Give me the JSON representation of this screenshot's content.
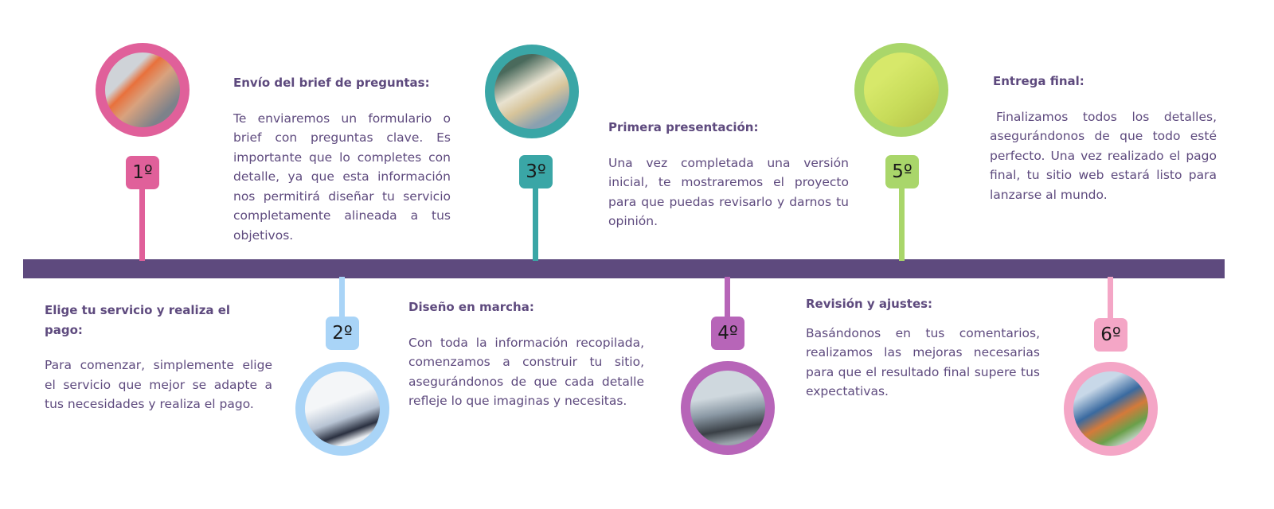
{
  "colors": {
    "bar": "#5e4a7e",
    "step1": "#e0609a",
    "step2": "#a9d4f7",
    "step3": "#3aa6a6",
    "step4": "#b765b8",
    "step5": "#a9d66a",
    "step6": "#f4a6c6"
  },
  "steps": [
    {
      "badge": "1º",
      "title": "Elige tu servicio y realiza el pago:",
      "body": "Para comenzar, simplemente elige el servicio que mejor se adapte a tus necesidades y realiza el pago."
    },
    {
      "badge": "2º",
      "title": "Envío del brief de preguntas:",
      "body": "Te enviaremos un formulario o brief con preguntas clave. Es importante que lo completes con detalle, ya que esta información nos permitirá diseñar tu servicio completamente alineada a tus objetivos."
    },
    {
      "badge": "3º",
      "title": "Diseño en marcha:",
      "body": "Con toda la información recopilada, comenzamos a construir tu sitio, asegurándonos de que cada detalle refleje lo que imaginas y necesitas."
    },
    {
      "badge": "4º",
      "title": "Primera presentación:",
      "body": "Una vez completada una versión inicial, te mostraremos el proyecto para que puedas revisarlo y darnos tu opinión."
    },
    {
      "badge": "5º",
      "title": "Revisión y ajustes:",
      "body": "Basándonos en tus comentarios, realizamos las mejoras necesarias para que el resultado final supere tus expectativas."
    },
    {
      "badge": "6º",
      "title": "Entrega final:",
      "body": "Finalizamos todos los detalles, asegurándonos de que todo esté perfecto. Una vez realizado el pago final, tu sitio web estará listo para lanzarse al mundo."
    }
  ]
}
